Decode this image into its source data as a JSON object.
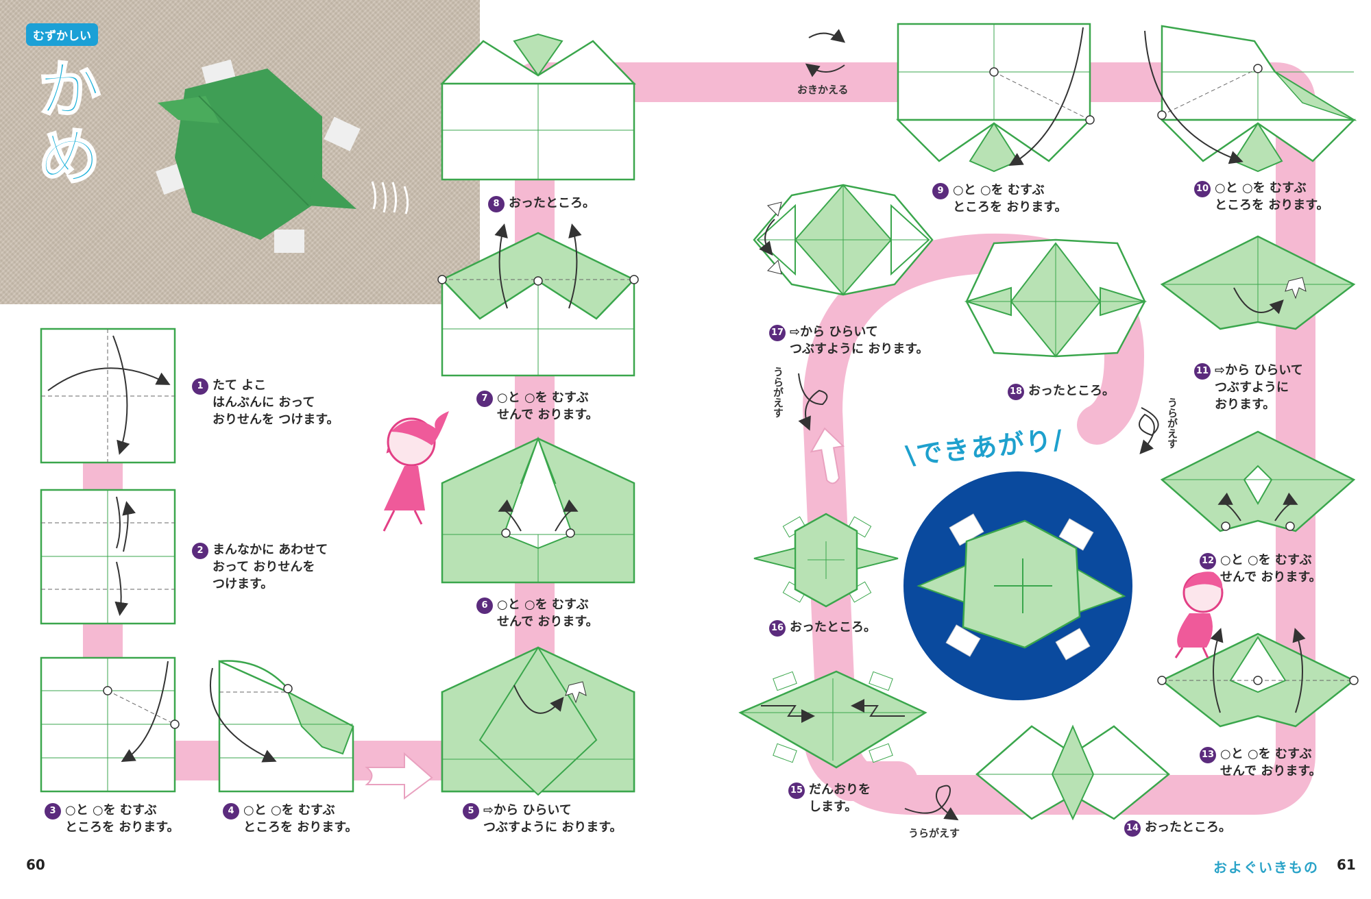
{
  "header": {
    "badge": "むずかしい",
    "title": "かめ"
  },
  "steps": [
    {
      "num": "1",
      "text": "たて よこ\nはんぶんに おって\nおりせんを つけます。"
    },
    {
      "num": "2",
      "text": "まんなかに あわせて\nおって おりせんを\nつけます。"
    },
    {
      "num": "3",
      "text": "○と ○を むすぶ\nところを おります。"
    },
    {
      "num": "4",
      "text": "○と ○を むすぶ\nところを おります。"
    },
    {
      "num": "5",
      "text": "⇨から ひらいて\nつぶすように おります。"
    },
    {
      "num": "6",
      "text": "○と ○を むすぶ\nせんで おります。"
    },
    {
      "num": "7",
      "text": "○と ○を むすぶ\nせんで おります。"
    },
    {
      "num": "8",
      "text": "おったところ。"
    },
    {
      "num": "9",
      "text": "○と ○を むすぶ\nところを おります。"
    },
    {
      "num": "10",
      "text": "○と ○を むすぶ\nところを おります。"
    },
    {
      "num": "11",
      "text": "⇨から ひらいて\nつぶすように\nおります。"
    },
    {
      "num": "12",
      "text": "○と ○を むすぶ\nせんで おります。"
    },
    {
      "num": "13",
      "text": "○と ○を むすぶ\nせんで おります。"
    },
    {
      "num": "14",
      "text": "おったところ。"
    },
    {
      "num": "15",
      "text": "だんおりを\nします。"
    },
    {
      "num": "16",
      "text": "おったところ。"
    },
    {
      "num": "17",
      "text": "⇨から ひらいて\nつぶすように おります。"
    },
    {
      "num": "18",
      "text": "おったところ。"
    }
  ],
  "notes": {
    "flip_over": "おきかえる",
    "turn_over_1": "うらがえす",
    "turn_over_2": "うらがえす",
    "turn_over_3": "うらがえす"
  },
  "finished": "\\できあがり/",
  "footer": {
    "page_left": "60",
    "section": "およぐいきもの",
    "page_right": "61"
  },
  "colors": {
    "pink_path": "#f5b9d2",
    "green_fill": "#b8e2b4",
    "green_line": "#3aa64c",
    "accent_blue": "#1ba0d6",
    "number_purple": "#5b2b7d",
    "navy_circle": "#0a4a9e"
  }
}
